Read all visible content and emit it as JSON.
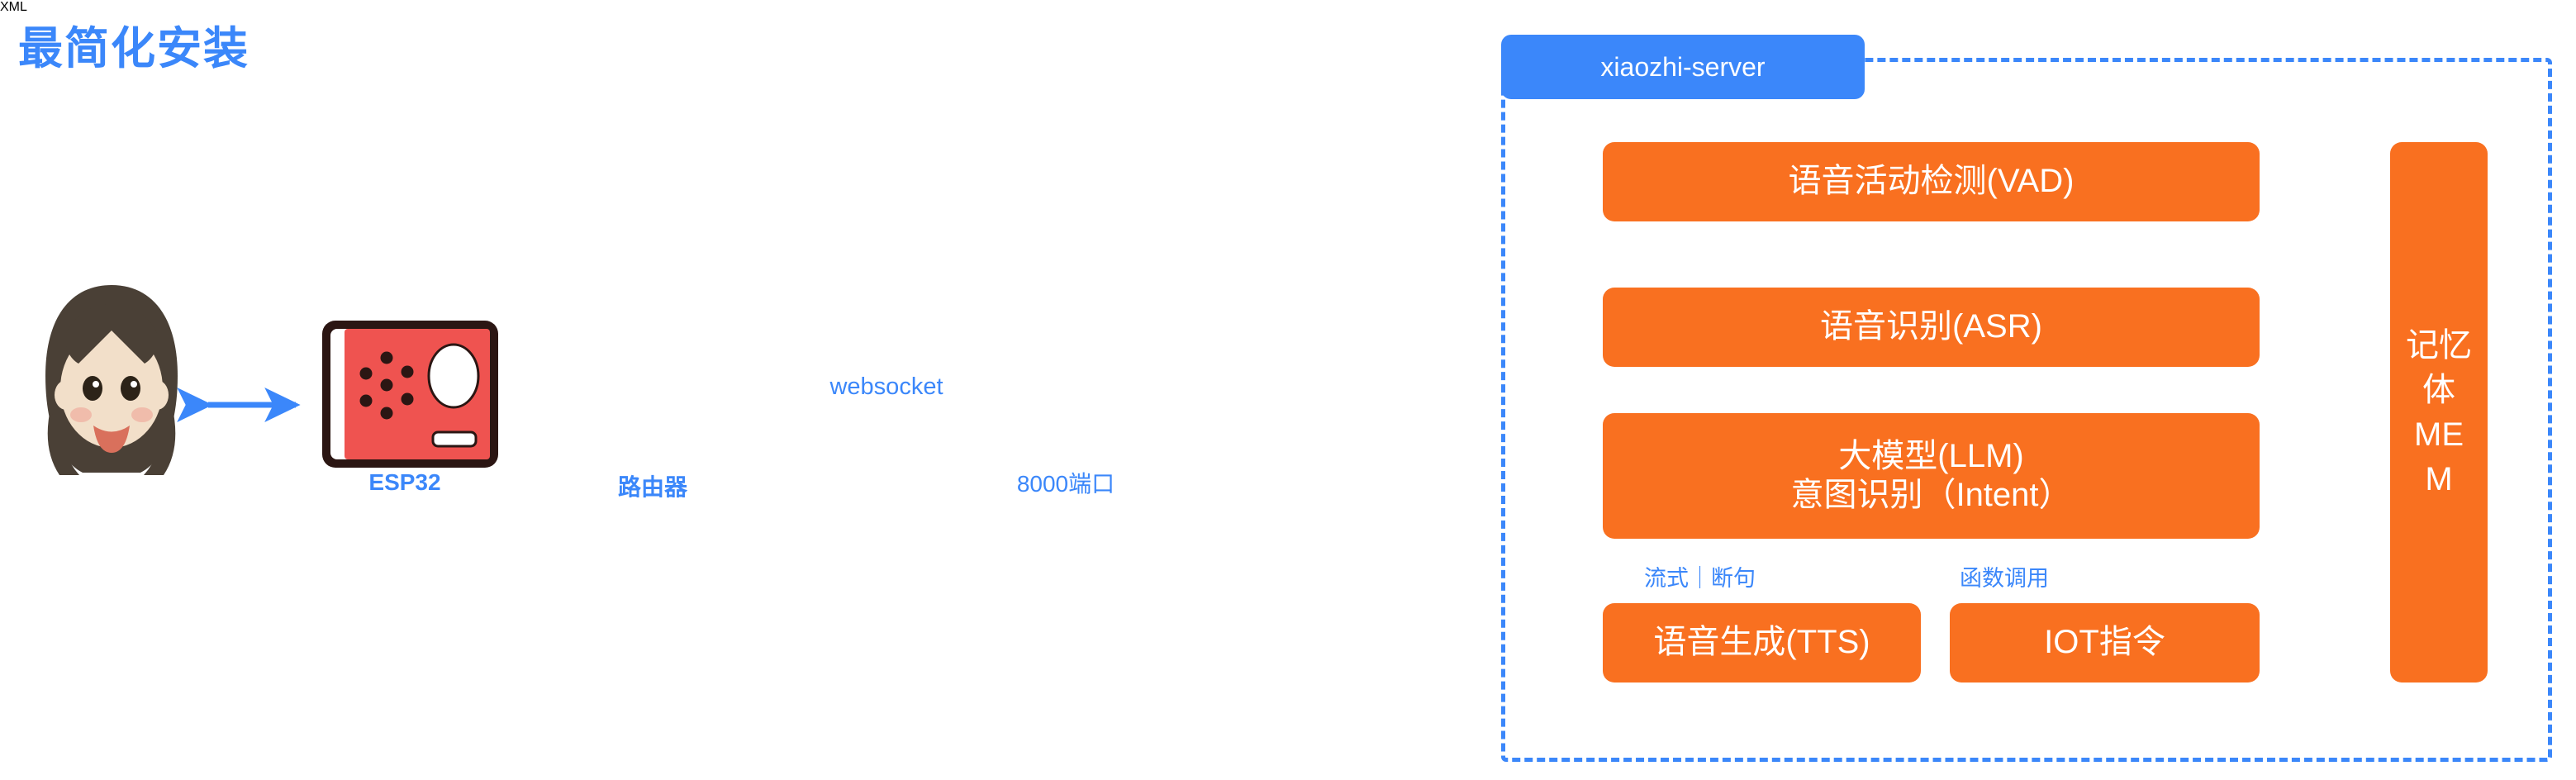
{
  "title": "最简化安装",
  "theme": {
    "blue": "#3B87FA",
    "orange": "#F97020",
    "esp32_red": "#EF5350",
    "esp32_frame": "#2B1613",
    "xml_blue": "#76BEF8",
    "background": "#FFFFFF"
  },
  "left_chain": {
    "user": {
      "icon": "person-face-icon",
      "label": ""
    },
    "esp32": {
      "icon": "esp32-device-icon",
      "label": "ESP32"
    },
    "router": {
      "icon": "router-icon",
      "label": "路由器"
    },
    "connection": {
      "label": "websocket",
      "direction": "bidirectional"
    },
    "server_host": {
      "icon": "desktop-computer-icon",
      "label": "8000端口"
    }
  },
  "server": {
    "tag": "xiaozhi-server",
    "boundary_style": "dashed",
    "pipeline": [
      {
        "id": "vad",
        "label": "语音活动检测(VAD)"
      },
      {
        "id": "asr",
        "label": "语音识别(ASR)"
      },
      {
        "id": "llm",
        "line1": "大模型(LLM)",
        "line2": "意图识别（Intent）"
      },
      {
        "id": "tts",
        "label": "语音生成(TTS)"
      },
      {
        "id": "iot",
        "label": "IOT指令"
      }
    ],
    "memory": {
      "line1": "记忆",
      "line2": "体",
      "line3": "ME",
      "line4": "M"
    },
    "memory_text": "记忆体MEM",
    "config_file": {
      "icon": "xml-file-icon",
      "label": "XML"
    },
    "edge_labels": [
      {
        "id": "stream",
        "text": "流式｜断句"
      },
      {
        "id": "fncall",
        "text": "函数调用"
      }
    ]
  },
  "flow_edges": [
    {
      "from": "user",
      "to": "esp32",
      "style": "blue-double-arrow"
    },
    {
      "from": "esp32",
      "to": "router",
      "style": "blue-double-arrow"
    },
    {
      "from": "router",
      "to": "computer",
      "style": "blue-double-arrow",
      "label": "websocket"
    },
    {
      "from": "computer",
      "to": "vad",
      "style": "blue-curve-arrow"
    },
    {
      "from": "vad",
      "to": "asr",
      "style": "orange-curve-arrow"
    },
    {
      "from": "asr",
      "to": "llm",
      "style": "orange-curve-arrow"
    },
    {
      "from": "llm",
      "to": "tts",
      "style": "orange-curve-arrow",
      "label": "流式｜断句"
    },
    {
      "from": "llm",
      "to": "iot",
      "style": "orange-curve-arrow",
      "label": "函数调用"
    },
    {
      "from": "tts",
      "to": "computer",
      "style": "blue-curve-arrow"
    },
    {
      "from": "iot",
      "to": "computer",
      "style": "blue-curve-arrow"
    }
  ]
}
